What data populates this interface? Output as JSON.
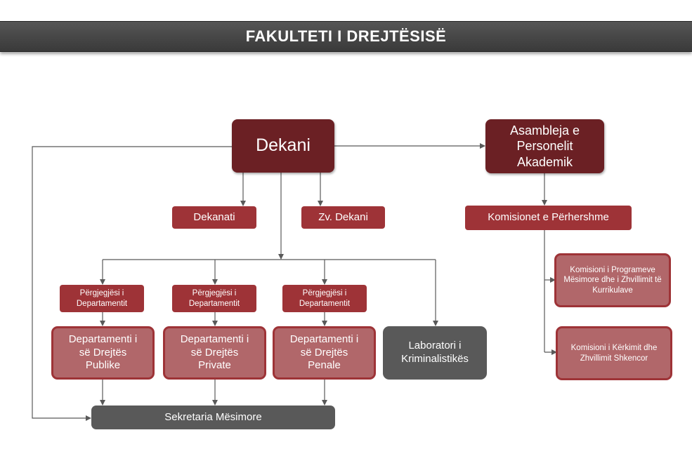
{
  "title": "FAKULTETI I DREJTËSISË",
  "colors": {
    "dark": "#6b2024",
    "mid": "#9e3337",
    "light": "#b1676a",
    "grey": "#595959",
    "line": "#595959"
  },
  "nodes": {
    "dekani": "Dekani",
    "asambleja": "Asambleja e Personelit Akademik",
    "dekanati": "Dekanati",
    "zv_dekani": "Zv. Dekani",
    "komisionet": "Komisionet e Përhershme",
    "komisioni_programeve": "Komisioni i Programeve Mësimore dhe i Zhvillimit të Kurrikulave",
    "komisioni_kerkimit": "Komisioni i Kërkimit dhe Zhvillimit Shkencor",
    "pergjegjesi": "Përgjegjësi i Departamentit",
    "dep_publike": "Departamenti i së Drejtës Publike",
    "dep_private": "Departamenti i së Drejtës Private",
    "dep_penale": "Departamenti i së Drejtës Penale",
    "laboratori": "Laboratori i Kriminalistikës",
    "sekretaria": "Sekretaria Mësimore"
  }
}
